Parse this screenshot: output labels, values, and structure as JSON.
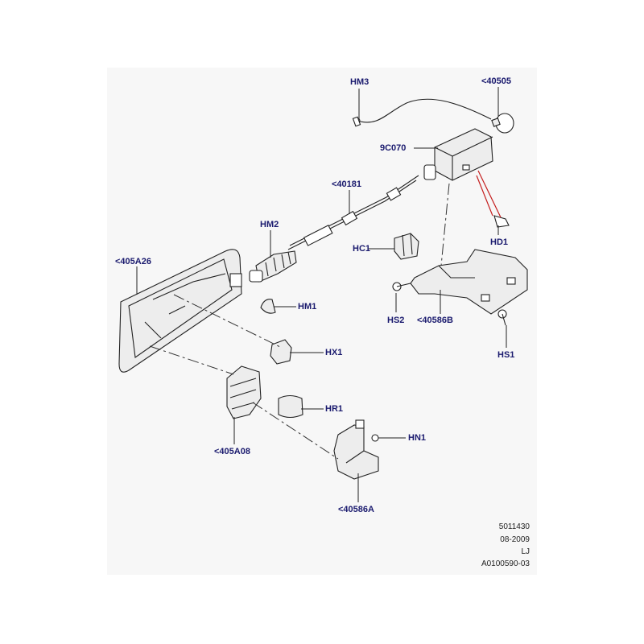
{
  "colors": {
    "callout_text": "#1a1a6e",
    "background": "#f7f7f7",
    "line_art": "#222222",
    "arrow_red": "#c41e1e"
  },
  "callouts": {
    "hm3": "HM3",
    "c40505": "<40505",
    "c9c070": "9C070",
    "c40181": "<40181",
    "hm2": "HM2",
    "hd1": "HD1",
    "hc1": "HC1",
    "c405a26": "<405A26",
    "hm1": "HM1",
    "hs2": "HS2",
    "c40586b": "<40586B",
    "hs1": "HS1",
    "hx1": "HX1",
    "hr1": "HR1",
    "hn1": "HN1",
    "c405a08": "<405A08",
    "c40586a": "<40586A"
  },
  "footer": {
    "code": "5011430",
    "date": "08-2009",
    "initials": "LJ",
    "ref": "A0100590-03"
  }
}
